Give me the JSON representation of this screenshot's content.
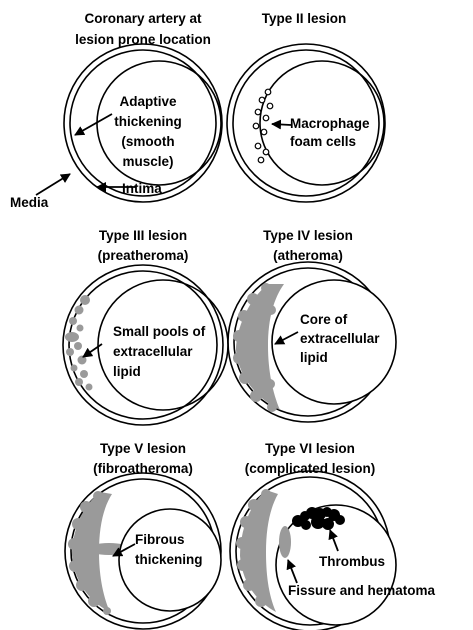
{
  "panels": {
    "normal": {
      "title_line1": "Coronary artery at",
      "title_line2": "lesion prone location",
      "label_adaptive_1": "Adaptive",
      "label_adaptive_2": "thickening",
      "label_adaptive_3": "(smooth",
      "label_adaptive_4": "muscle)",
      "label_intima": "Intima",
      "label_media": "Media"
    },
    "type2": {
      "title_line1": "Type II lesion",
      "label_1": "Macrophage",
      "label_2": "foam cells"
    },
    "type3": {
      "title_line1": "Type III lesion",
      "title_line2": "(preatheroma)",
      "label_1": "Small pools of",
      "label_2": "extracellular",
      "label_3": "lipid"
    },
    "type4": {
      "title_line1": "Type IV lesion",
      "title_line2": "(atheroma)",
      "label_1": "Core of",
      "label_2": "extracellular",
      "label_3": "lipid"
    },
    "type5": {
      "title_line1": "Type V lesion",
      "title_line2": "(fibroatheroma)",
      "label_1": "Fibrous",
      "label_2": "thickening"
    },
    "type6": {
      "title_line1": "Type VI lesion",
      "title_line2": "(complicated lesion)",
      "label_thrombus": "Thrombus",
      "label_fissure": "Fissure and hematoma"
    }
  },
  "colors": {
    "lipid_deposit": "#9a9a9a",
    "thrombus": "#000000",
    "outline": "#000000"
  }
}
